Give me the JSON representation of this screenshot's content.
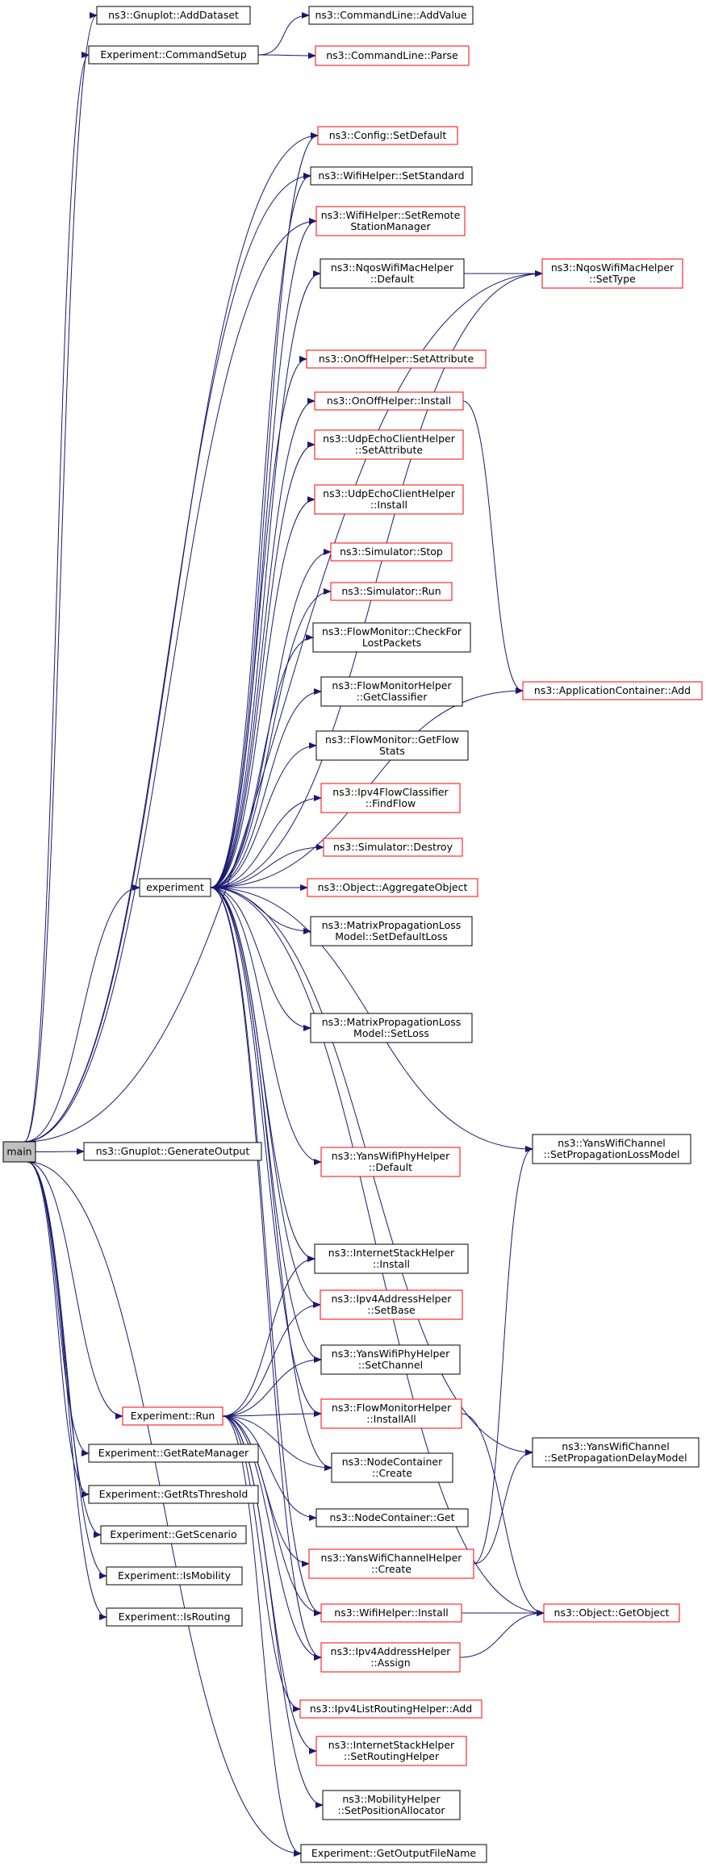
{
  "colors": {
    "edge": "#191970",
    "border_normal": "#000000",
    "border_red": "#ff0000",
    "root_fill": "#bfbfbf"
  },
  "nodes": [
    {
      "id": "main",
      "lines": [
        "main"
      ],
      "style": "root"
    },
    {
      "id": "gnuplot_adddataset",
      "lines": [
        "ns3::Gnuplot::AddDataset"
      ],
      "style": "normal"
    },
    {
      "id": "exp_commandsetup",
      "lines": [
        "Experiment::CommandSetup"
      ],
      "style": "normal"
    },
    {
      "id": "cmdline_addvalue",
      "lines": [
        "ns3::CommandLine::AddValue"
      ],
      "style": "normal"
    },
    {
      "id": "cmdline_parse",
      "lines": [
        "ns3::CommandLine::Parse"
      ],
      "style": "red"
    },
    {
      "id": "config_setdefault",
      "lines": [
        "ns3::Config::SetDefault"
      ],
      "style": "red"
    },
    {
      "id": "wifihelper_setstandard",
      "lines": [
        "ns3::WifiHelper::SetStandard"
      ],
      "style": "normal"
    },
    {
      "id": "wifihelper_setremote",
      "lines": [
        "ns3::WifiHelper::SetRemote",
        "StationManager"
      ],
      "style": "red"
    },
    {
      "id": "nqoswifimachelper_default",
      "lines": [
        "ns3::NqosWifiMacHelper",
        "::Default"
      ],
      "style": "normal"
    },
    {
      "id": "nqoswifimachelper_settype",
      "lines": [
        "ns3::NqosWifiMacHelper",
        "::SetType"
      ],
      "style": "red"
    },
    {
      "id": "onoffhelper_setattribute",
      "lines": [
        "ns3::OnOffHelper::SetAttribute"
      ],
      "style": "red"
    },
    {
      "id": "onoffhelper_install",
      "lines": [
        "ns3::OnOffHelper::Install"
      ],
      "style": "red"
    },
    {
      "id": "udpechoclient_setattribute",
      "lines": [
        "ns3::UdpEchoClientHelper",
        "::SetAttribute"
      ],
      "style": "red"
    },
    {
      "id": "udpechoclient_install",
      "lines": [
        "ns3::UdpEchoClientHelper",
        "::Install"
      ],
      "style": "red"
    },
    {
      "id": "simulator_stop",
      "lines": [
        "ns3::Simulator::Stop"
      ],
      "style": "red"
    },
    {
      "id": "simulator_run",
      "lines": [
        "ns3::Simulator::Run"
      ],
      "style": "red"
    },
    {
      "id": "flowmonitor_checkfor",
      "lines": [
        "ns3::FlowMonitor::CheckFor",
        "LostPackets"
      ],
      "style": "normal"
    },
    {
      "id": "appcontainer_add",
      "lines": [
        "ns3::ApplicationContainer::Add"
      ],
      "style": "red"
    },
    {
      "id": "flowmonitorhelper_getclassifier",
      "lines": [
        "ns3::FlowMonitorHelper",
        "::GetClassifier"
      ],
      "style": "normal"
    },
    {
      "id": "flowmonitor_getflowstats",
      "lines": [
        "ns3::FlowMonitor::GetFlow",
        "Stats"
      ],
      "style": "normal"
    },
    {
      "id": "ipv4flowclassifier_findflow",
      "lines": [
        "ns3::Ipv4FlowClassifier",
        "::FindFlow"
      ],
      "style": "red"
    },
    {
      "id": "simulator_destroy",
      "lines": [
        "ns3::Simulator::Destroy"
      ],
      "style": "red"
    },
    {
      "id": "experiment",
      "lines": [
        "experiment"
      ],
      "style": "normal"
    },
    {
      "id": "object_aggregateobject",
      "lines": [
        "ns3::Object::AggregateObject"
      ],
      "style": "red"
    },
    {
      "id": "matrixprop_setdefaultloss",
      "lines": [
        "ns3::MatrixPropagationLoss",
        "Model::SetDefaultLoss"
      ],
      "style": "normal"
    },
    {
      "id": "matrixprop_setloss",
      "lines": [
        "ns3::MatrixPropagationLoss",
        "Model::SetLoss"
      ],
      "style": "normal"
    },
    {
      "id": "gnuplot_generateoutput",
      "lines": [
        "ns3::Gnuplot::GenerateOutput"
      ],
      "style": "normal"
    },
    {
      "id": "yanswifiphyhelper_default",
      "lines": [
        "ns3::YansWifiPhyHelper",
        "::Default"
      ],
      "style": "red"
    },
    {
      "id": "yanswifichannel_setproplossmodel",
      "lines": [
        "ns3::YansWifiChannel",
        "::SetPropagationLossModel"
      ],
      "style": "normal"
    },
    {
      "id": "internetstackhelper_install",
      "lines": [
        "ns3::InternetStackHelper",
        "::Install"
      ],
      "style": "normal"
    },
    {
      "id": "ipv4addresshelper_setbase",
      "lines": [
        "ns3::Ipv4AddressHelper",
        "::SetBase"
      ],
      "style": "red"
    },
    {
      "id": "yanswifiphyhelper_setchannel",
      "lines": [
        "ns3::YansWifiPhyHelper",
        "::SetChannel"
      ],
      "style": "normal"
    },
    {
      "id": "experiment_run",
      "lines": [
        "Experiment::Run"
      ],
      "style": "red"
    },
    {
      "id": "flowmonitorhelper_installall",
      "lines": [
        "ns3::FlowMonitorHelper",
        "::InstallAll"
      ],
      "style": "red"
    },
    {
      "id": "exp_getratemanager",
      "lines": [
        "Experiment::GetRateManager"
      ],
      "style": "normal"
    },
    {
      "id": "nodecontainer_create",
      "lines": [
        "ns3::NodeContainer",
        "::Create"
      ],
      "style": "normal"
    },
    {
      "id": "yanswifichannel_setpropdelaymodel",
      "lines": [
        "ns3::YansWifiChannel",
        "::SetPropagationDelayModel"
      ],
      "style": "normal"
    },
    {
      "id": "exp_getrtsthreshold",
      "lines": [
        "Experiment::GetRtsThreshold"
      ],
      "style": "normal"
    },
    {
      "id": "nodecontainer_get",
      "lines": [
        "ns3::NodeContainer::Get"
      ],
      "style": "normal"
    },
    {
      "id": "exp_getscenario",
      "lines": [
        "Experiment::GetScenario"
      ],
      "style": "normal"
    },
    {
      "id": "yanswifichannelhelper_create",
      "lines": [
        "ns3::YansWifiChannelHelper",
        "::Create"
      ],
      "style": "red"
    },
    {
      "id": "exp_ismobility",
      "lines": [
        "Experiment::IsMobility"
      ],
      "style": "normal"
    },
    {
      "id": "wifihelper_install",
      "lines": [
        "ns3::WifiHelper::Install"
      ],
      "style": "red"
    },
    {
      "id": "object_getobject",
      "lines": [
        "ns3::Object::GetObject"
      ],
      "style": "red"
    },
    {
      "id": "exp_isrouting",
      "lines": [
        "Experiment::IsRouting"
      ],
      "style": "normal"
    },
    {
      "id": "ipv4addresshelper_assign",
      "lines": [
        "ns3::Ipv4AddressHelper",
        "::Assign"
      ],
      "style": "red"
    },
    {
      "id": "ipv4listroutinghelper_add",
      "lines": [
        "ns3::Ipv4ListRoutingHelper::Add"
      ],
      "style": "red"
    },
    {
      "id": "internetstackhelper_setrouting",
      "lines": [
        "ns3::InternetStackHelper",
        "::SetRoutingHelper"
      ],
      "style": "red"
    },
    {
      "id": "mobilityhelper_setposition",
      "lines": [
        "ns3::MobilityHelper",
        "::SetPositionAllocator"
      ],
      "style": "normal"
    },
    {
      "id": "exp_getoutputfilename",
      "lines": [
        "Experiment::GetOutputFileName"
      ],
      "style": "normal"
    }
  ],
  "edges": [
    [
      "main",
      "gnuplot_adddataset"
    ],
    [
      "main",
      "exp_commandsetup"
    ],
    [
      "main",
      "config_setdefault"
    ],
    [
      "main",
      "wifihelper_setstandard"
    ],
    [
      "main",
      "wifihelper_setremote"
    ],
    [
      "main",
      "nqoswifimachelper_settype"
    ],
    [
      "main",
      "experiment"
    ],
    [
      "main",
      "gnuplot_generateoutput"
    ],
    [
      "main",
      "experiment_run"
    ],
    [
      "main",
      "exp_getratemanager"
    ],
    [
      "main",
      "exp_getrtsthreshold"
    ],
    [
      "main",
      "exp_getscenario"
    ],
    [
      "main",
      "exp_ismobility"
    ],
    [
      "main",
      "exp_isrouting"
    ],
    [
      "main",
      "exp_getoutputfilename"
    ],
    [
      "exp_commandsetup",
      "cmdline_addvalue"
    ],
    [
      "exp_commandsetup",
      "cmdline_parse"
    ],
    [
      "nqoswifimachelper_default",
      "nqoswifimachelper_settype"
    ],
    [
      "onoffhelper_install",
      "appcontainer_add"
    ],
    [
      "experiment",
      "config_setdefault"
    ],
    [
      "experiment",
      "wifihelper_setstandard"
    ],
    [
      "experiment",
      "wifihelper_setremote"
    ],
    [
      "experiment",
      "nqoswifimachelper_default"
    ],
    [
      "experiment",
      "nqoswifimachelper_settype"
    ],
    [
      "experiment",
      "onoffhelper_setattribute"
    ],
    [
      "experiment",
      "onoffhelper_install"
    ],
    [
      "experiment",
      "udpechoclient_setattribute"
    ],
    [
      "experiment",
      "udpechoclient_install"
    ],
    [
      "experiment",
      "simulator_stop"
    ],
    [
      "experiment",
      "simulator_run"
    ],
    [
      "experiment",
      "flowmonitor_checkfor"
    ],
    [
      "experiment",
      "flowmonitorhelper_getclassifier"
    ],
    [
      "experiment",
      "flowmonitor_getflowstats"
    ],
    [
      "experiment",
      "ipv4flowclassifier_findflow"
    ],
    [
      "experiment",
      "simulator_destroy"
    ],
    [
      "experiment",
      "object_aggregateobject"
    ],
    [
      "experiment",
      "matrixprop_setdefaultloss"
    ],
    [
      "experiment",
      "appcontainer_add"
    ],
    [
      "experiment",
      "matrixprop_setloss"
    ],
    [
      "experiment",
      "yanswifichannel_setproplossmodel"
    ],
    [
      "experiment",
      "yanswifiphyhelper_default"
    ],
    [
      "experiment",
      "internetstackhelper_install"
    ],
    [
      "experiment",
      "ipv4addresshelper_setbase"
    ],
    [
      "experiment",
      "yanswifiphyhelper_setchannel"
    ],
    [
      "experiment",
      "flowmonitorhelper_installall"
    ],
    [
      "experiment",
      "nodecontainer_create"
    ],
    [
      "experiment",
      "yanswifichannel_setpropdelaymodel"
    ],
    [
      "experiment",
      "object_getobject"
    ],
    [
      "experiment",
      "wifihelper_install"
    ],
    [
      "experiment",
      "ipv4addresshelper_assign"
    ],
    [
      "experiment_run",
      "internetstackhelper_install"
    ],
    [
      "experiment_run",
      "ipv4addresshelper_setbase"
    ],
    [
      "experiment_run",
      "yanswifiphyhelper_setchannel"
    ],
    [
      "experiment_run",
      "flowmonitorhelper_installall"
    ],
    [
      "experiment_run",
      "nodecontainer_create"
    ],
    [
      "experiment_run",
      "nodecontainer_get"
    ],
    [
      "experiment_run",
      "yanswifichannelhelper_create"
    ],
    [
      "experiment_run",
      "wifihelper_install"
    ],
    [
      "experiment_run",
      "ipv4addresshelper_assign"
    ],
    [
      "experiment_run",
      "ipv4listroutinghelper_add"
    ],
    [
      "experiment_run",
      "internetstackhelper_setrouting"
    ],
    [
      "experiment_run",
      "mobilityhelper_setposition"
    ],
    [
      "experiment_run",
      "exp_getoutputfilename"
    ],
    [
      "flowmonitorhelper_installall",
      "object_getobject"
    ],
    [
      "yanswifichannelhelper_create",
      "yanswifichannel_setproplossmodel"
    ],
    [
      "yanswifichannelhelper_create",
      "yanswifichannel_setpropdelaymodel"
    ],
    [
      "wifihelper_install",
      "object_getobject"
    ],
    [
      "ipv4addresshelper_assign",
      "object_getobject"
    ]
  ]
}
